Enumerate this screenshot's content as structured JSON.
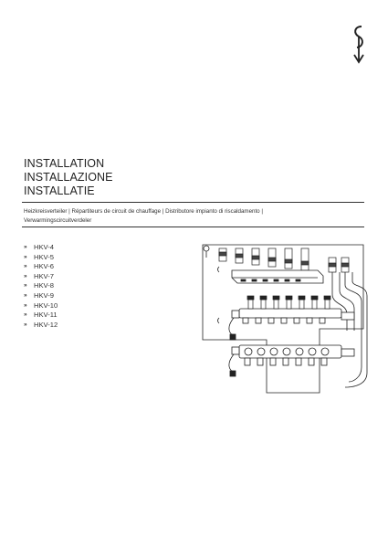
{
  "titles": [
    "INSTALLATION",
    "INSTALLAZIONE",
    "INSTALLATIE"
  ],
  "subtitle": {
    "line1": "Heizkreisverteiler | Répartiteurs de circuit de chauffage | Distributore impianto di riscaldamento |",
    "line2": "Verwarmingscircuitverdeler"
  },
  "bullet": "»",
  "models": [
    "HKV-4",
    "HKV-5",
    "HKV-6",
    "HKV-7",
    "HKV-8",
    "HKV-9",
    "HKV-10",
    "HKV-11",
    "HKV-12"
  ],
  "icons": {
    "logo": "brand-logo-icon",
    "illustration": "manifold-illustration"
  }
}
